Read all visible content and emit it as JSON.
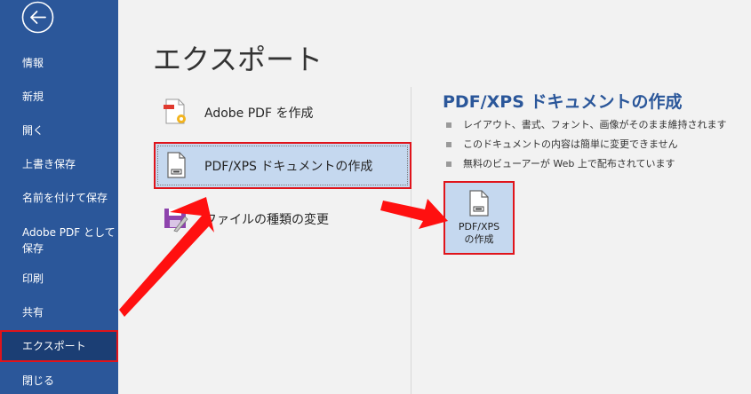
{
  "sidebar": {
    "items": [
      {
        "label": "情報"
      },
      {
        "label": "新規"
      },
      {
        "label": "開く"
      },
      {
        "label": "上書き保存"
      },
      {
        "label": "名前を付けて保存"
      },
      {
        "label": "Adobe PDF として\n保存"
      },
      {
        "label": "印刷"
      },
      {
        "label": "共有"
      },
      {
        "label": "エクスポート",
        "selected": true
      },
      {
        "label": "閉じる"
      }
    ]
  },
  "main": {
    "title": "エクスポート",
    "options": [
      {
        "label": "Adobe PDF を作成",
        "icon": "adobe-pdf-icon"
      },
      {
        "label": "PDF/XPS ドキュメントの作成",
        "icon": "pdf-xps-document-icon",
        "selected": true
      },
      {
        "label": "ファイルの種類の変更",
        "icon": "change-file-type-icon"
      }
    ]
  },
  "detail": {
    "title": "PDF/XPS ドキュメントの作成",
    "bullets": [
      "レイアウト、書式、フォント、画像がそのまま維持されます",
      "このドキュメントの内容は簡単に変更できません",
      "無料のビューアーが Web 上で配布されています"
    ],
    "button_label": "PDF/XPS\nの作成"
  },
  "colors": {
    "sidebar": "#2b579a",
    "sidebar_selected": "#1b3e74",
    "highlight": "#c5d8ef",
    "annotation_red": "#e0141b",
    "accent_text": "#2b579a"
  }
}
